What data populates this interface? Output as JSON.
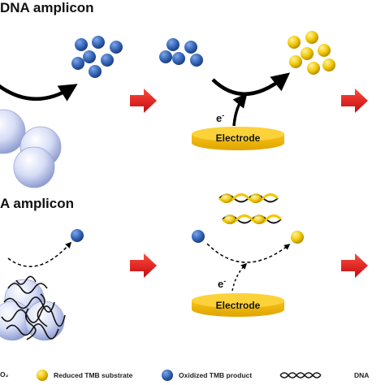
{
  "headings": {
    "top": "DNA amplicon",
    "bottom": "A amplicon"
  },
  "electrode": {
    "top_label": "Electrode",
    "bottom_label": "Electrode",
    "electron_top": "e",
    "electron_bottom": "e",
    "electron_sup": "-"
  },
  "legend": {
    "fragment": "O₂",
    "reduced": "Reduced TMB substrate",
    "oxidized": "Oxidized TMB product",
    "dna": "DNA"
  },
  "colors": {
    "blue_dot": "#2e5fae",
    "yellow_dot": "#f2c700",
    "red_arrow": "#e8141b",
    "electrode_fill": "#f7c218",
    "nanoparticle": "#c9d3f2"
  }
}
